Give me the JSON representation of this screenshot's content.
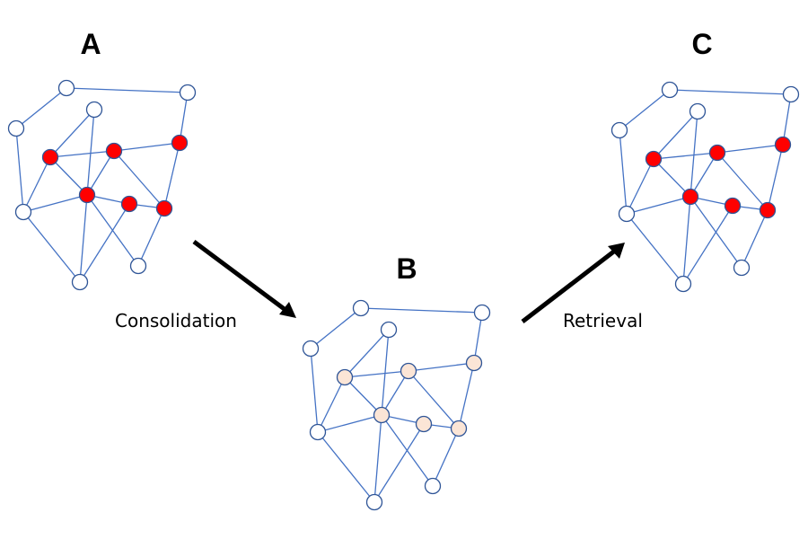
{
  "diagram": {
    "panels": [
      {
        "id": "A",
        "label": "A",
        "highlight_state": "active",
        "highlight_color": "#ff0000"
      },
      {
        "id": "B",
        "label": "B",
        "highlight_state": "faded",
        "highlight_color": "#fbe5d6"
      },
      {
        "id": "C",
        "label": "C",
        "highlight_state": "active",
        "highlight_color": "#ff0000"
      }
    ],
    "arrows": [
      {
        "from": "A",
        "to": "B",
        "label": "Consolidation"
      },
      {
        "from": "B",
        "to": "C",
        "label": "Retrieval"
      }
    ],
    "network": {
      "nodes": [
        {
          "id": 1,
          "highlighted": false
        },
        {
          "id": 2,
          "highlighted": false
        },
        {
          "id": 3,
          "highlighted": false
        },
        {
          "id": 4,
          "highlighted": false
        },
        {
          "id": 5,
          "highlighted": true
        },
        {
          "id": 6,
          "highlighted": true
        },
        {
          "id": 7,
          "highlighted": true
        },
        {
          "id": 8,
          "highlighted": true
        },
        {
          "id": 9,
          "highlighted": true
        },
        {
          "id": 10,
          "highlighted": true
        },
        {
          "id": 11,
          "highlighted": false
        },
        {
          "id": 12,
          "highlighted": false
        },
        {
          "id": 13,
          "highlighted": false
        }
      ],
      "edges": [
        [
          1,
          2
        ],
        [
          1,
          3
        ],
        [
          2,
          7
        ],
        [
          3,
          11
        ],
        [
          4,
          5
        ],
        [
          4,
          8
        ],
        [
          5,
          6
        ],
        [
          6,
          7
        ],
        [
          5,
          11
        ],
        [
          5,
          8
        ],
        [
          8,
          11
        ],
        [
          8,
          6
        ],
        [
          6,
          10
        ],
        [
          8,
          9
        ],
        [
          9,
          10
        ],
        [
          7,
          10
        ],
        [
          11,
          13
        ],
        [
          8,
          13
        ],
        [
          9,
          13
        ],
        [
          8,
          12
        ],
        [
          10,
          12
        ]
      ]
    },
    "colors": {
      "edge": "#4472c4",
      "node_stroke": "#2f5597",
      "node_fill": "#ffffff",
      "arrow": "#000000"
    }
  }
}
